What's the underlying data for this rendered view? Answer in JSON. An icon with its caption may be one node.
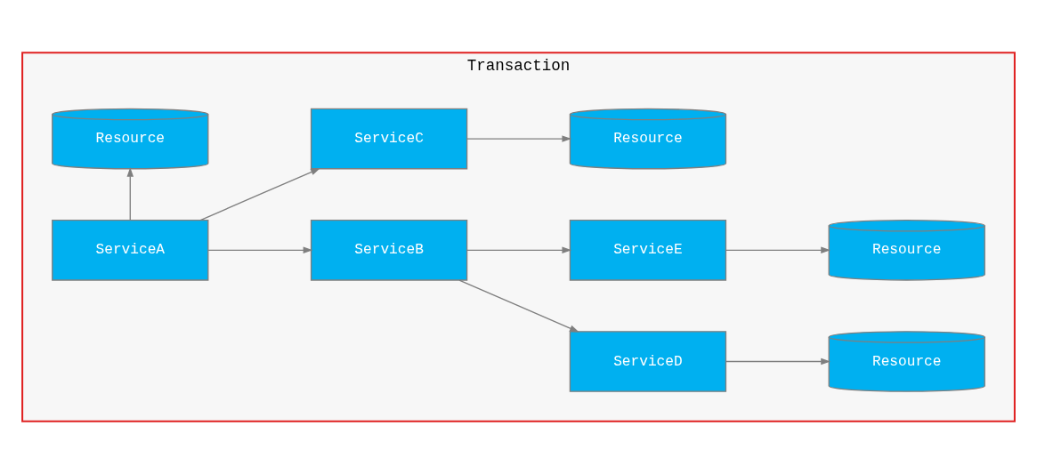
{
  "diagram": {
    "nodes": [
      {
        "text": [
          "Transaction"
        ]
      },
      {
        "text": [
          "ServiceA"
        ],
        "in": 0
      },
      {
        "text": [
          "ServiceB"
        ],
        "in": 0
      },
      {
        "text": [
          "ServiceD"
        ],
        "in": 0
      },
      {
        "text": [
          "Resource"
        ],
        "in": 0
      },
      {
        "text": [
          "ServiceE"
        ],
        "in": 0
      },
      {
        "text": [
          "Resource"
        ],
        "in": 0
      },
      {
        "text": [
          "Resource"
        ],
        "in": 0
      },
      {
        "text": [
          "ServiceC"
        ],
        "in": 0
      },
      {
        "text": [
          "Resource"
        ],
        "in": 0
      }
    ],
    "edges": [
      {
        "from": 1,
        "to": 2,
        "arrow": "to"
      },
      {
        "from": 1,
        "to": 7,
        "arrow": "to"
      },
      {
        "from": 1,
        "to": 8,
        "arrow": "to"
      },
      {
        "from": 2,
        "to": 3,
        "arrow": "to"
      },
      {
        "from": 2,
        "to": 5,
        "arrow": "to"
      },
      {
        "from": 3,
        "to": 4,
        "arrow": "to"
      },
      {
        "from": 5,
        "to": 6,
        "arrow": "to"
      },
      {
        "from": 8,
        "to": 9,
        "arrow": "to"
      }
    ]
  }
}
